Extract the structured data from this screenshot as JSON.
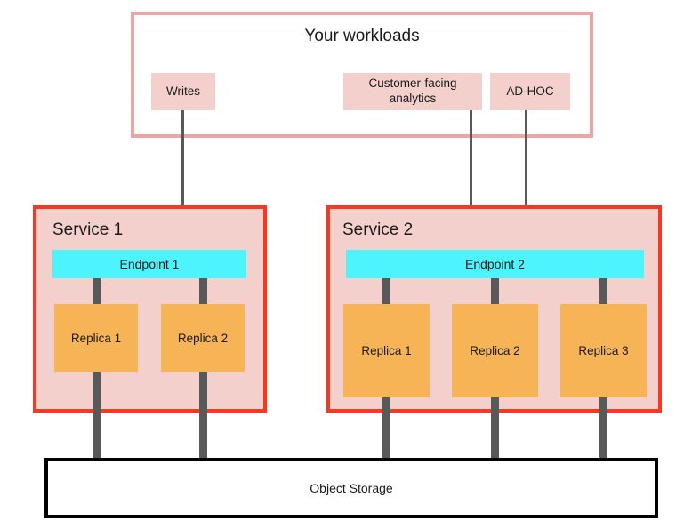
{
  "diagram": {
    "title": "Your workloads",
    "workloads": [
      {
        "id": "writes",
        "label": "Writes"
      },
      {
        "id": "customer-facing-analytics",
        "label": "Customer-facing analytics"
      },
      {
        "id": "ad-hoc",
        "label": "AD-HOC"
      }
    ],
    "services": [
      {
        "id": "service-1",
        "label": "Service 1",
        "endpoint": "Endpoint 1",
        "replicas": [
          "Replica 1",
          "Replica 2"
        ]
      },
      {
        "id": "service-2",
        "label": "Service 2",
        "endpoint": "Endpoint 2",
        "replicas": [
          "Replica 1",
          "Replica 2",
          "Replica 3"
        ]
      }
    ],
    "storage": {
      "label": "Object Storage"
    },
    "colors": {
      "workload_border": "#eda5a5",
      "workload_chip": "#f4d0cd",
      "service_border": "#f93822",
      "service_fill": "#f4d0cd",
      "endpoint": "#4df4fd",
      "replica": "#f7b456",
      "connector": "#595959",
      "storage_border": "#000000",
      "background": "#ffffff",
      "text": "#1a1a1a"
    }
  }
}
